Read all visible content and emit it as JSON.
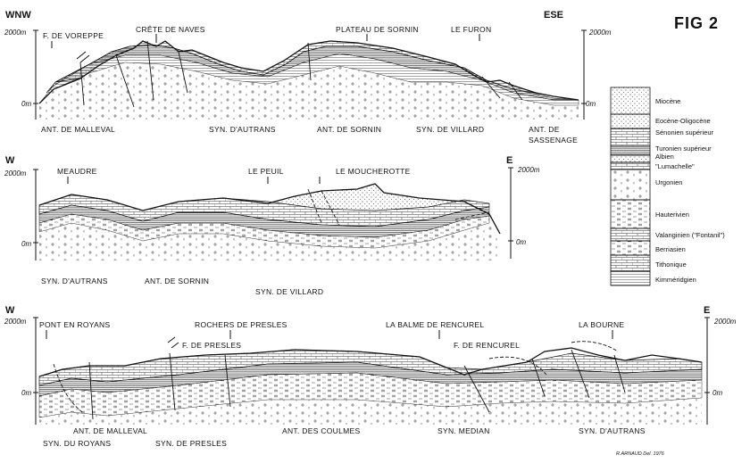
{
  "figure": {
    "label": "FIG 2",
    "credit": "R.ARNAUD Del. 1976"
  },
  "section1": {
    "dir_left": "WNW",
    "dir_right": "ESE",
    "elev_top_left": "2000m",
    "elev_top_right": "2000m",
    "elev_base_left": "0m",
    "elev_base_right": "0m",
    "places": [
      "F. DE VOREPPE",
      "CRÊTE DE NAVES",
      "PLATEAU DE SORNIN",
      "LE FURON"
    ],
    "structures": [
      "ANT. DE MALLEVAL",
      "SYN. D'AUTRANS",
      "ANT. DE SORNIN",
      "SYN. DE VILLARD",
      "ANT. DE",
      "SASSENAGE"
    ]
  },
  "section2": {
    "dir_left": "W",
    "dir_right": "E",
    "elev_top_left": "2000m",
    "elev_top_right": "2000m",
    "elev_base_left": "0m",
    "elev_base_right": "0m",
    "places": [
      "MEAUDRE",
      "LE PEUIL",
      "LE MOUCHEROTTE"
    ],
    "structures": [
      "SYN.  D'AUTRANS",
      "ANT. DE SORNIN",
      "SYN.  DE VILLARD"
    ]
  },
  "section3": {
    "dir_left": "W",
    "dir_right": "E",
    "elev_top_left": "2000m",
    "elev_top_right": "2000m",
    "elev_base_left": "0m",
    "elev_base_right": "0m",
    "places": [
      "PONT EN ROYANS",
      "ROCHERS DE PRESLES",
      "LA BALME DE RENCUREL",
      "LA BOURNE",
      "F. DE PRESLES",
      "F. DE RENCUREL"
    ],
    "structures": [
      "ANT. DE MALLEVAL",
      "SYN. DU ROYANS",
      "SYN. DE PRESLES",
      "ANT. DES COULMES",
      "SYN. MEDIAN",
      "SYN. D'AUTRANS"
    ]
  },
  "legend": {
    "units": [
      "Miocène",
      "Eocène-Oligocène",
      "Sénonien supérieur",
      "Turonien supérieur",
      "Albien",
      "\"Lumachelle\"",
      "Urgonien",
      "Hauterivien",
      "Valanginien (\"Fontanil\")",
      "Berriasien",
      "Tithonique",
      "Kimméridgien"
    ]
  }
}
